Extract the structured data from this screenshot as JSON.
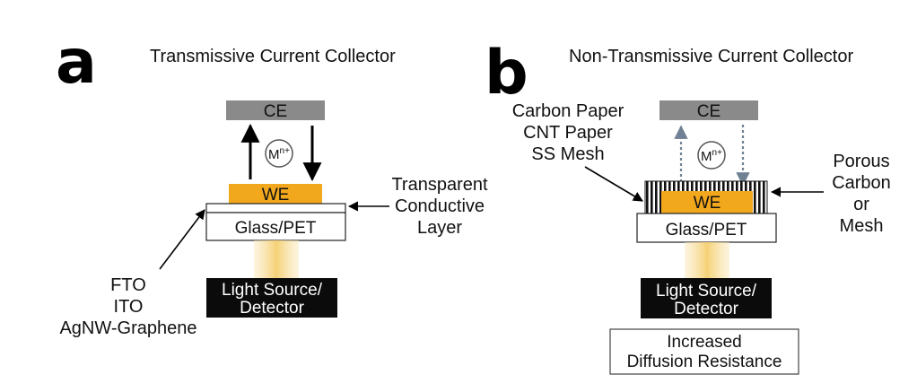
{
  "panels": {
    "a": {
      "letter": "a",
      "title": "Transmissive Current Collector",
      "ce": "CE",
      "ion_base": "M",
      "ion_sup": "n+",
      "we": "WE",
      "substrate": "Glass/PET",
      "right_label": [
        "Transparent",
        "Conductive",
        "Layer"
      ],
      "left_label": [
        "FTO",
        "ITO",
        "AgNW-Graphene"
      ],
      "source": [
        "Light Source/",
        "Detector"
      ]
    },
    "b": {
      "letter": "b",
      "title": "Non-Transmissive Current Collector",
      "ce": "CE",
      "ion_base": "M",
      "ion_sup": "n+",
      "we": "WE",
      "substrate": "Glass/PET",
      "left_label": [
        "Carbon Paper",
        "CNT Paper",
        "SS Mesh"
      ],
      "right_label": [
        "Porous",
        "Carbon",
        "or",
        "Mesh"
      ],
      "source": [
        "Light Source/",
        "Detector"
      ],
      "note": [
        "Increased",
        "Diffusion Resistance"
      ]
    }
  },
  "colors": {
    "we_fill": "#f2a81d",
    "ce_fill": "#8a8a8a",
    "source_fill": "#0b0b0b",
    "dashed_arrow": "#6f8193",
    "beam": "#f6d98f"
  }
}
